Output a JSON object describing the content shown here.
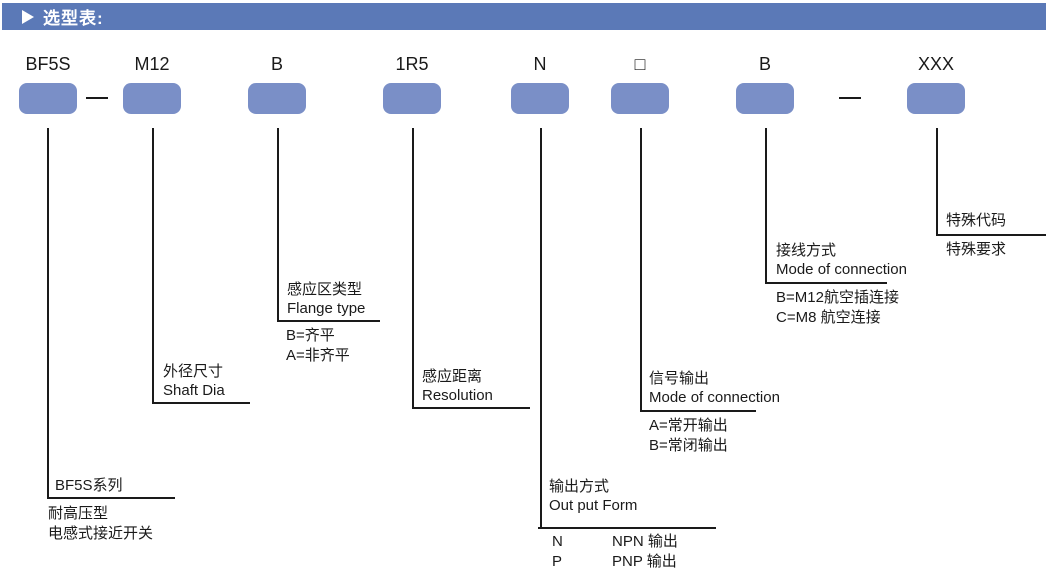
{
  "header": {
    "title": "选型表:",
    "icon": "play-arrow"
  },
  "part_number": {
    "separator": "—",
    "segments": [
      {
        "code": "BF5S",
        "title_lines": [
          "BF5S系列"
        ],
        "options": [
          "耐高压型",
          "电感式接近开关"
        ]
      },
      {
        "code": "M12",
        "title_lines": [
          "外径尺寸",
          "Shaft Dia"
        ],
        "options": []
      },
      {
        "code": "B",
        "title_lines": [
          "感应区类型",
          "Flange type"
        ],
        "options": [
          "B=齐平",
          "A=非齐平"
        ]
      },
      {
        "code": "1R5",
        "title_lines": [
          "感应距离",
          "Resolution"
        ],
        "options": []
      },
      {
        "code": "N",
        "title_lines": [
          "输出方式",
          "Out put Form"
        ],
        "options_table": [
          {
            "code": "N",
            "desc": "NPN 输出"
          },
          {
            "code": "P",
            "desc": "PNP 输出"
          }
        ]
      },
      {
        "code": "□",
        "title_lines": [
          "信号输出",
          "Mode of connection"
        ],
        "options": [
          "A=常开输出",
          "B=常闭输出"
        ]
      },
      {
        "code": "B",
        "title_lines": [
          "接线方式",
          "Mode of connection"
        ],
        "options": [
          "B=M12航空插连接",
          "C=M8  航空连接"
        ]
      },
      {
        "code": "XXX",
        "title_lines": [
          "特殊代码"
        ],
        "options": [
          "特殊要求"
        ]
      }
    ]
  },
  "colors": {
    "header_bar": "#5B79B7",
    "code_box": "#7A8FC7",
    "line": "#1a1a1a"
  }
}
